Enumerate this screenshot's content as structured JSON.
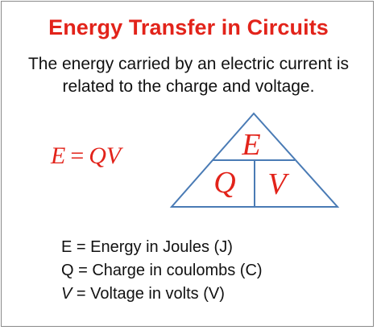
{
  "title": "Energy Transfer in Circuits",
  "intro": {
    "line1": "The energy carried by an electric current is",
    "line2": "related to the charge and voltage."
  },
  "formula": {
    "lhs": "E",
    "equals": "=",
    "rhs": "QV"
  },
  "triangle": {
    "top": "E",
    "bottom_left": "Q",
    "bottom_right": "V"
  },
  "legend": [
    {
      "symbol": "E",
      "text": " = Energy in Joules (J)"
    },
    {
      "symbol": "Q",
      "text": " = Charge in coulombs (C)"
    },
    {
      "symbol": "V",
      "text": " = Voltage in volts (V)"
    }
  ],
  "colors": {
    "title": "#e2231a",
    "accent": "#e2231a",
    "triangle_stroke": "#4a7bb5",
    "text": "#111111",
    "border": "#8a8a8a"
  }
}
